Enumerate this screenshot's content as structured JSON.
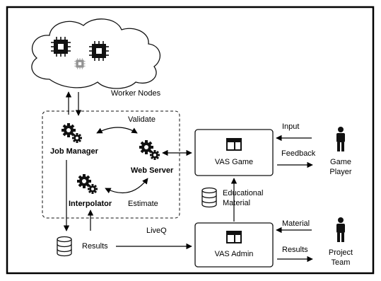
{
  "cluster": {
    "label": "Worker Nodes"
  },
  "liveq": {
    "label": "LiveQ",
    "job_manager": "Job Manager",
    "web_server": "Web Server",
    "interpolator": "Interpolator",
    "validate": "Validate",
    "estimate": "Estimate"
  },
  "vas_game": {
    "label": "VAS Game"
  },
  "vas_admin": {
    "label": "VAS Admin"
  },
  "educational_material": {
    "line1": "Educational",
    "line2": "Material"
  },
  "results": {
    "label": "Results"
  },
  "game_player": {
    "line1": "Game",
    "line2": "Player",
    "input": "Input",
    "feedback": "Feedback"
  },
  "project_team": {
    "line1": "Project",
    "line2": "Team",
    "material": "Material",
    "results": "Results"
  },
  "icons": {
    "chip": "cpu-chip-icon",
    "gears": "gears-icon",
    "database": "database-icon",
    "app_window": "app-window-icon",
    "person": "person-icon"
  }
}
